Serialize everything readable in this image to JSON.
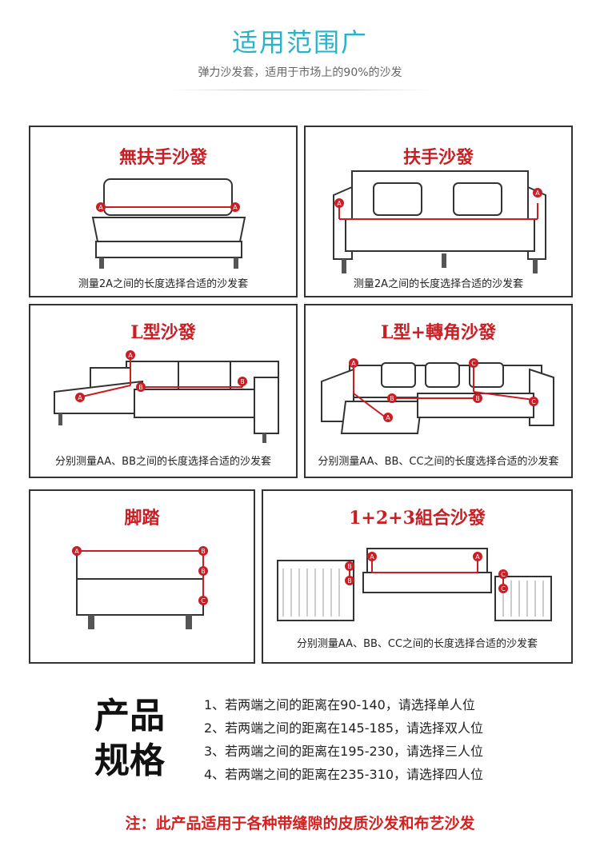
{
  "header": {
    "title": "适用范围广",
    "subtitle": "弹力沙发套，适用于市场上的90%的沙发"
  },
  "panels": [
    {
      "title": "無扶手沙發",
      "caption": "测量2A之间的长度选择合适的沙发套",
      "marks": [
        "A",
        "A"
      ]
    },
    {
      "title": "扶手沙發",
      "caption": "测量2A之间的长度选择合适的沙发套",
      "marks": [
        "A",
        "A"
      ]
    },
    {
      "title": "L型沙發",
      "caption": "分别测量AA、BB之间的长度选择合适的沙发套",
      "marks": [
        "A",
        "A",
        "B",
        "B"
      ]
    },
    {
      "title": "L型+轉角沙發",
      "caption": "分别测量AA、BB、CC之间的长度选择合适的沙发套",
      "marks": [
        "A",
        "A",
        "B",
        "B",
        "C",
        "C"
      ]
    },
    {
      "title": "脚踏",
      "caption": "",
      "marks": [
        "A",
        "B",
        "B",
        "C"
      ]
    },
    {
      "title": "1+2+3組合沙發",
      "caption": "分别测量AA、BB、CC之间的长度选择合适的沙发套",
      "marks": [
        "A",
        "A",
        "B",
        "B",
        "C",
        "C"
      ]
    }
  ],
  "specs": {
    "label_line1": "产品",
    "label_line2": "规格",
    "lines": [
      "1、若两端之间的距离在90-140，请选择单人位",
      "2、若两端之间的距离在145-185，请选择双人位",
      "3、若两端之间的距离在195-230，请选择三人位",
      "4、若两端之间的距离在235-310，请选择四人位"
    ]
  },
  "note": "注：此产品适用于各种带缝隙的皮质沙发和布艺沙发",
  "colors": {
    "accent": "#27b3c8",
    "marker": "#c81e24",
    "line": "#333333"
  }
}
